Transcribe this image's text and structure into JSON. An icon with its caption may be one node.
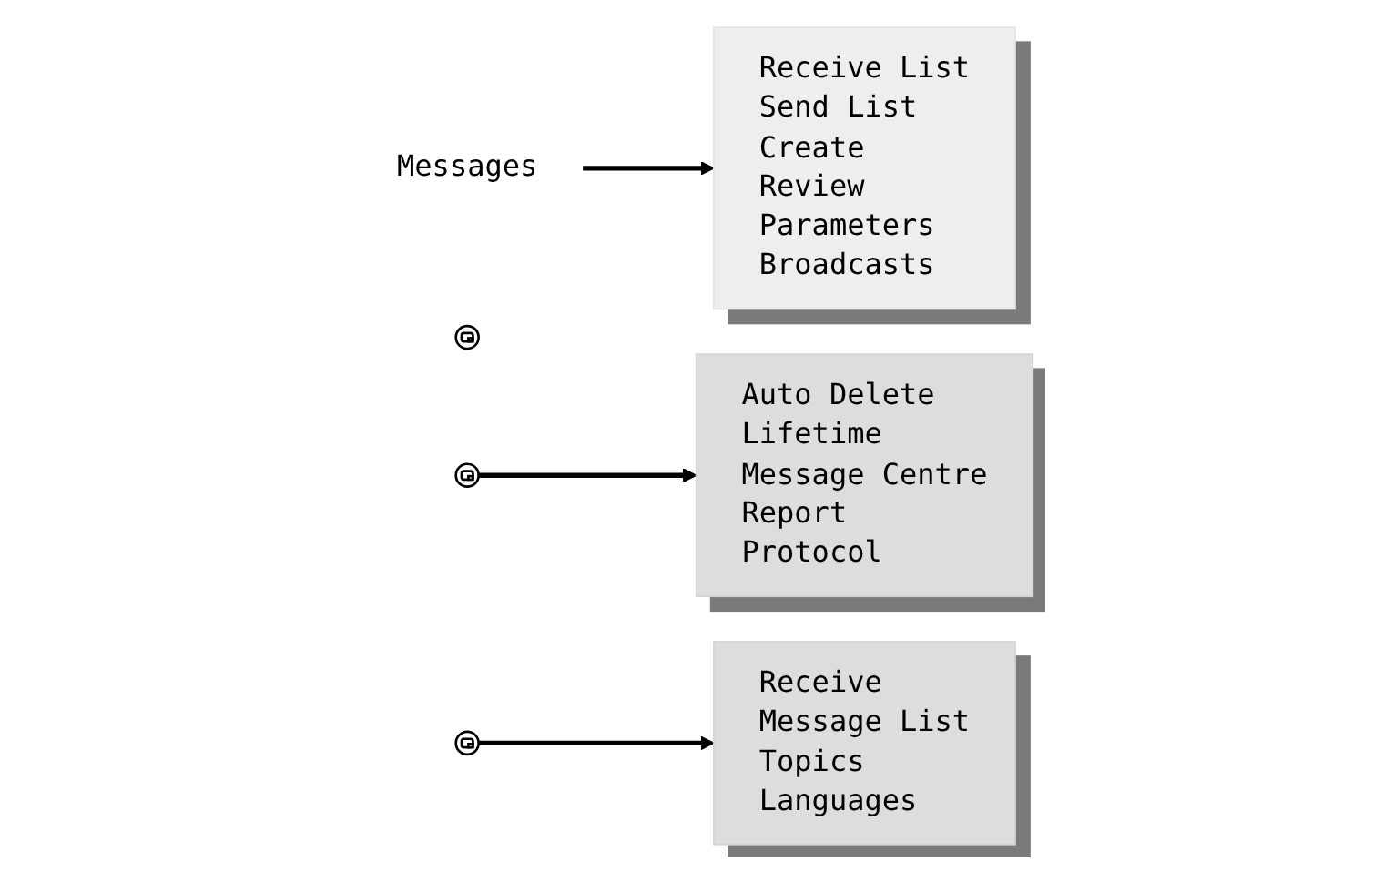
{
  "diagram": {
    "nodes": [
      {
        "text": [
          "Messages"
        ]
      },
      {
        "text": [],
        "shape": "circle"
      },
      {
        "text": [
          "Receive List",
          "Send List",
          "Create",
          "Review",
          "Parameters",
          "Broadcasts"
        ]
      },
      {
        "text": [],
        "shape": "circle"
      },
      {
        "text": [],
        "shape": "circle"
      },
      {
        "text": [
          "Auto Delete",
          "Lifetime",
          "Message Centre",
          "Report",
          "Protocol"
        ]
      },
      {
        "text": [
          "Receive",
          "Message List",
          "Topics",
          "Languages"
        ]
      }
    ],
    "edges": [
      {
        "from": 0,
        "to": 2,
        "arrow": "to"
      },
      {
        "from": 3,
        "to": 5,
        "arrow": "to"
      },
      {
        "from": 4,
        "to": 6,
        "arrow": "to"
      }
    ]
  }
}
